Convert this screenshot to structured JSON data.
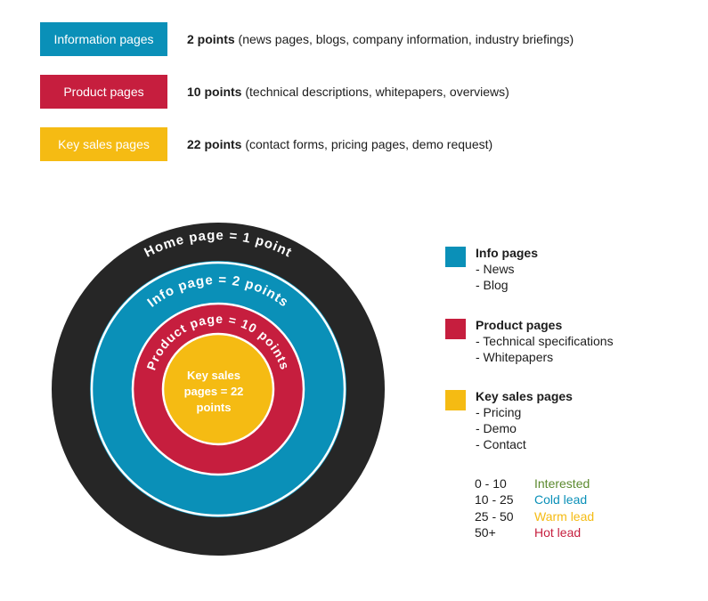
{
  "colors": {
    "info": "#0a90b8",
    "product": "#c61e3e",
    "key": "#f5bb13",
    "home": "#262626",
    "interested": "#5c8a2f",
    "cold": "#0a90b8",
    "warm": "#f5bb13",
    "hot": "#c61e3e"
  },
  "categories": [
    {
      "label": "Information pages",
      "points": "2 points",
      "desc": " (news pages, blogs, company information, industry briefings)"
    },
    {
      "label": "Product pages",
      "points": "10 points",
      "desc": " (technical descriptions, whitepapers, overviews)"
    },
    {
      "label": "Key sales pages",
      "points": "22 points",
      "desc": " (contact forms, pricing pages, demo request)"
    }
  ],
  "target": {
    "home": "Home page = 1 point",
    "info": "Info page = 2 points",
    "product": "Product page = 10 points",
    "key_line1": "Key sales",
    "key_line2": "pages = 22",
    "key_line3": "points"
  },
  "legend": [
    {
      "title": "Info pages",
      "items": [
        "- News",
        "- Blog"
      ]
    },
    {
      "title": "Product pages",
      "items": [
        "- Technical specifications",
        "- Whitepapers"
      ]
    },
    {
      "title": "Key sales pages",
      "items": [
        "- Pricing",
        "- Demo",
        "- Contact"
      ]
    }
  ],
  "scores": [
    {
      "range": "0 - 10",
      "label": "Interested"
    },
    {
      "range": "10 - 25",
      "label": "Cold lead"
    },
    {
      "range": "25 - 50",
      "label": "Warm lead"
    },
    {
      "range": "50+",
      "label": "Hot lead"
    }
  ]
}
